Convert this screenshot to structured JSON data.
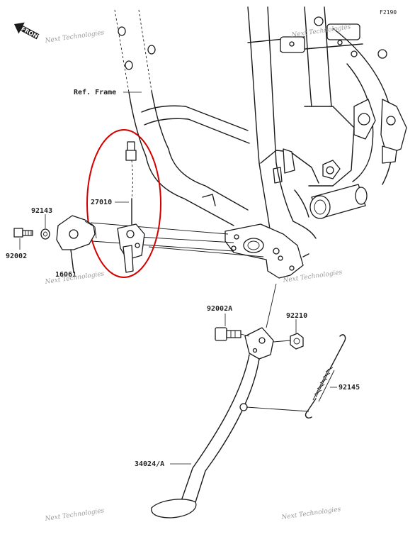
{
  "diagram": {
    "figure_code": "F2190",
    "front_label": "FRONT",
    "highlight_color": "#d40000",
    "callouts": {
      "ref_frame": "Ref. Frame",
      "p27010": "27010",
      "p92143": "92143",
      "p92002": "92002",
      "p16061": "16061",
      "p92002a": "92002A",
      "p92210": "92210",
      "p92145": "92145",
      "p34024a": "34024/A"
    },
    "watermarks": [
      "Next Technologies",
      "Next Technologies",
      "Next Technologies",
      "Next Technologies",
      "Next Technologies",
      "Next Technologies"
    ]
  }
}
